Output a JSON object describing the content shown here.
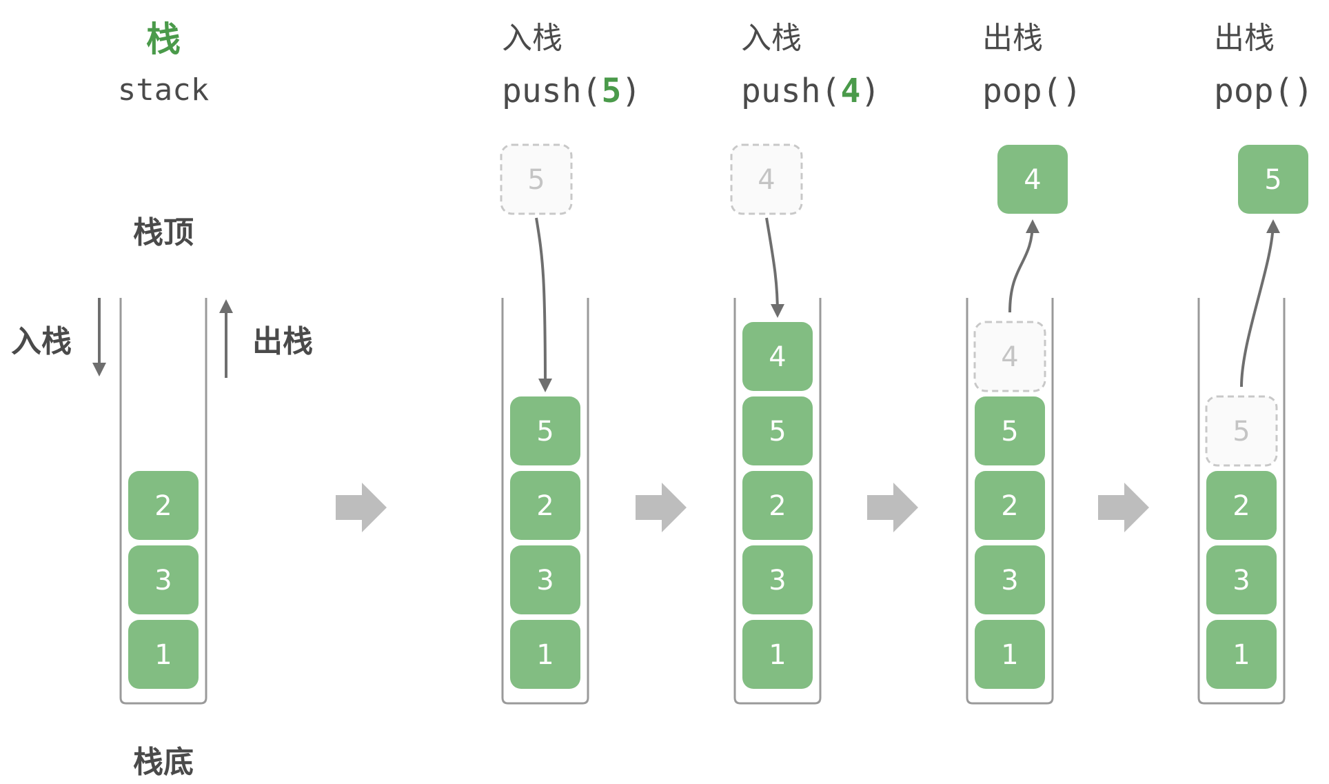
{
  "colors": {
    "green": "#82bd82",
    "green_text": "#4a9a4a",
    "ghost_border": "#c8c8c8",
    "ghost_text": "#c4c4c4",
    "tube": "#9a9a9a",
    "arrow": "#6e6e6e",
    "step_arrow": "#bdbdbd",
    "text": "#4a4a4a"
  },
  "legend": {
    "title": "栈",
    "subtitle": "stack",
    "top_label": "栈顶",
    "bottom_label": "栈底",
    "push_label": "入栈",
    "pop_label": "出栈",
    "items": [
      "2",
      "3",
      "1"
    ]
  },
  "steps": [
    {
      "op_cn": "入栈",
      "op_code": "push(",
      "op_arg": "5",
      "op_close": ")",
      "action": "push",
      "moving_item": "5",
      "items": [
        "5",
        "2",
        "3",
        "1"
      ]
    },
    {
      "op_cn": "入栈",
      "op_code": "push(",
      "op_arg": "4",
      "op_close": ")",
      "action": "push",
      "moving_item": "4",
      "items": [
        "4",
        "5",
        "2",
        "3",
        "1"
      ]
    },
    {
      "op_cn": "出栈",
      "op_code": "pop()",
      "op_arg": "",
      "op_close": "",
      "action": "pop",
      "moving_item": "4",
      "items": [
        "5",
        "2",
        "3",
        "1"
      ]
    },
    {
      "op_cn": "出栈",
      "op_code": "pop()",
      "op_arg": "",
      "op_close": "",
      "action": "pop",
      "moving_item": "5",
      "items": [
        "2",
        "3",
        "1"
      ]
    }
  ]
}
